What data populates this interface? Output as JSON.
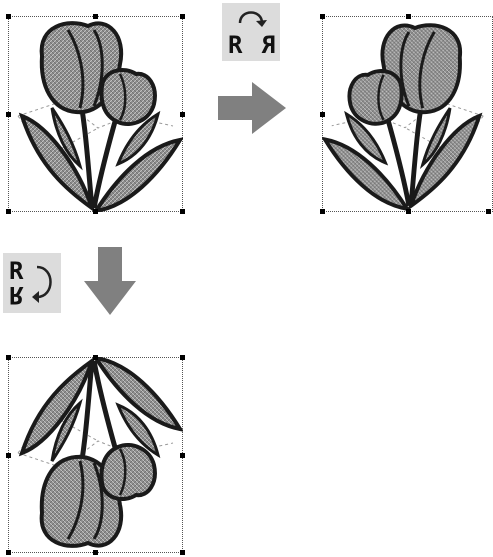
{
  "buttons": {
    "mirror_horizontal": {
      "glyph_left": "R",
      "glyph_right": "R",
      "icon": "flip-horizontal-icon"
    },
    "mirror_vertical": {
      "glyph_top": "R",
      "glyph_bottom": "R",
      "icon": "flip-vertical-icon"
    }
  },
  "arrows": {
    "color": "#808080"
  },
  "design": {
    "fill": "#8a8a8a",
    "outline": "#1a1a1a",
    "highlight": "#c7c7c7"
  }
}
